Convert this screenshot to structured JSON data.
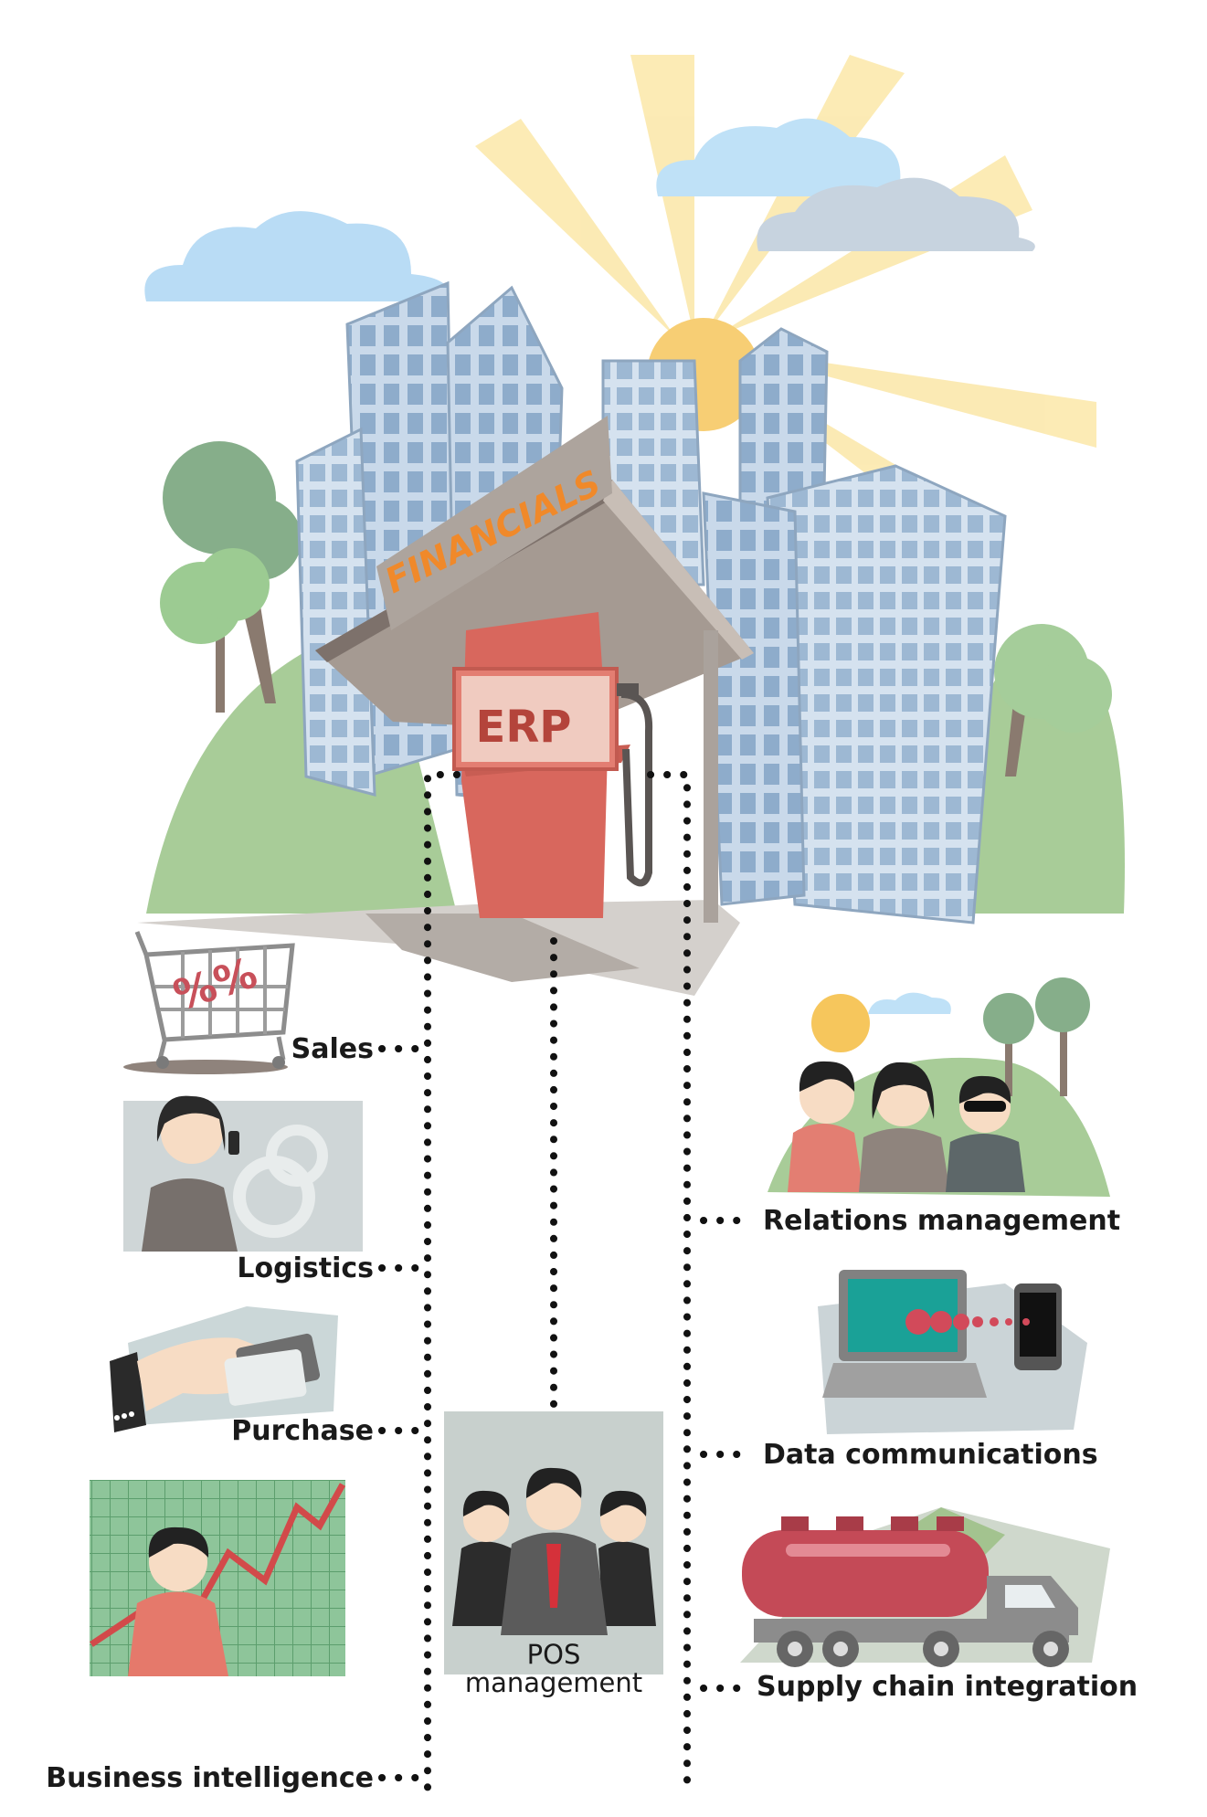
{
  "hub": {
    "roof_sign": "FINANCIALS",
    "pump_sign": "ERP"
  },
  "modules": {
    "left": [
      {
        "label": "Sales",
        "icon": "shopping-cart-icon"
      },
      {
        "label": "Logistics",
        "icon": "woman-phone-gears-icon"
      },
      {
        "label": "Purchase",
        "icon": "hand-card-icon"
      },
      {
        "label": "Business intelligence",
        "icon": "man-growth-chart-icon"
      }
    ],
    "center": {
      "label_line1": "POS",
      "label_line2": "management",
      "icon": "business-team-icon"
    },
    "right": [
      {
        "label": "Relations management",
        "icon": "people-group-icon"
      },
      {
        "label": "Data communications",
        "icon": "computer-phone-icon"
      },
      {
        "label": "Supply chain integration",
        "icon": "tanker-truck-icon"
      }
    ]
  },
  "colors": {
    "sign_text": "#f0892a",
    "pump": "#e0736a",
    "building": "#a8c0d8",
    "hill": "#a8cc98",
    "connector": "#111111"
  }
}
